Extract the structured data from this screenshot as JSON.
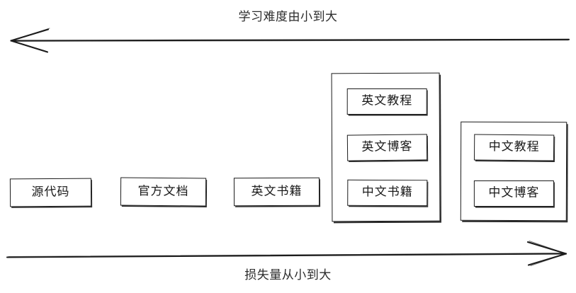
{
  "diagram": {
    "type": "sketch-spectrum-diagram",
    "background_color": "#ffffff",
    "stroke_color": "#1c1c1c",
    "top_axis": {
      "label": "学习难度由小到大",
      "direction": "left",
      "arrow_head": "left-arrow-icon"
    },
    "bottom_axis": {
      "label": "损失量从小到大",
      "direction": "right",
      "arrow_head": "right-arrow-icon"
    },
    "nodes": [
      {
        "id": "source-code",
        "label": "源代码"
      },
      {
        "id": "official-docs",
        "label": "官方文档"
      },
      {
        "id": "english-books",
        "label": "英文书籍"
      }
    ],
    "groups": [
      {
        "id": "english-group",
        "items": [
          {
            "id": "english-tutorial",
            "label": "英文教程"
          },
          {
            "id": "english-blog",
            "label": "英文博客"
          },
          {
            "id": "chinese-books",
            "label": "中文书籍"
          }
        ]
      },
      {
        "id": "chinese-group",
        "items": [
          {
            "id": "chinese-tutorial",
            "label": "中文教程"
          },
          {
            "id": "chinese-blog",
            "label": "中文博客"
          }
        ]
      }
    ]
  }
}
